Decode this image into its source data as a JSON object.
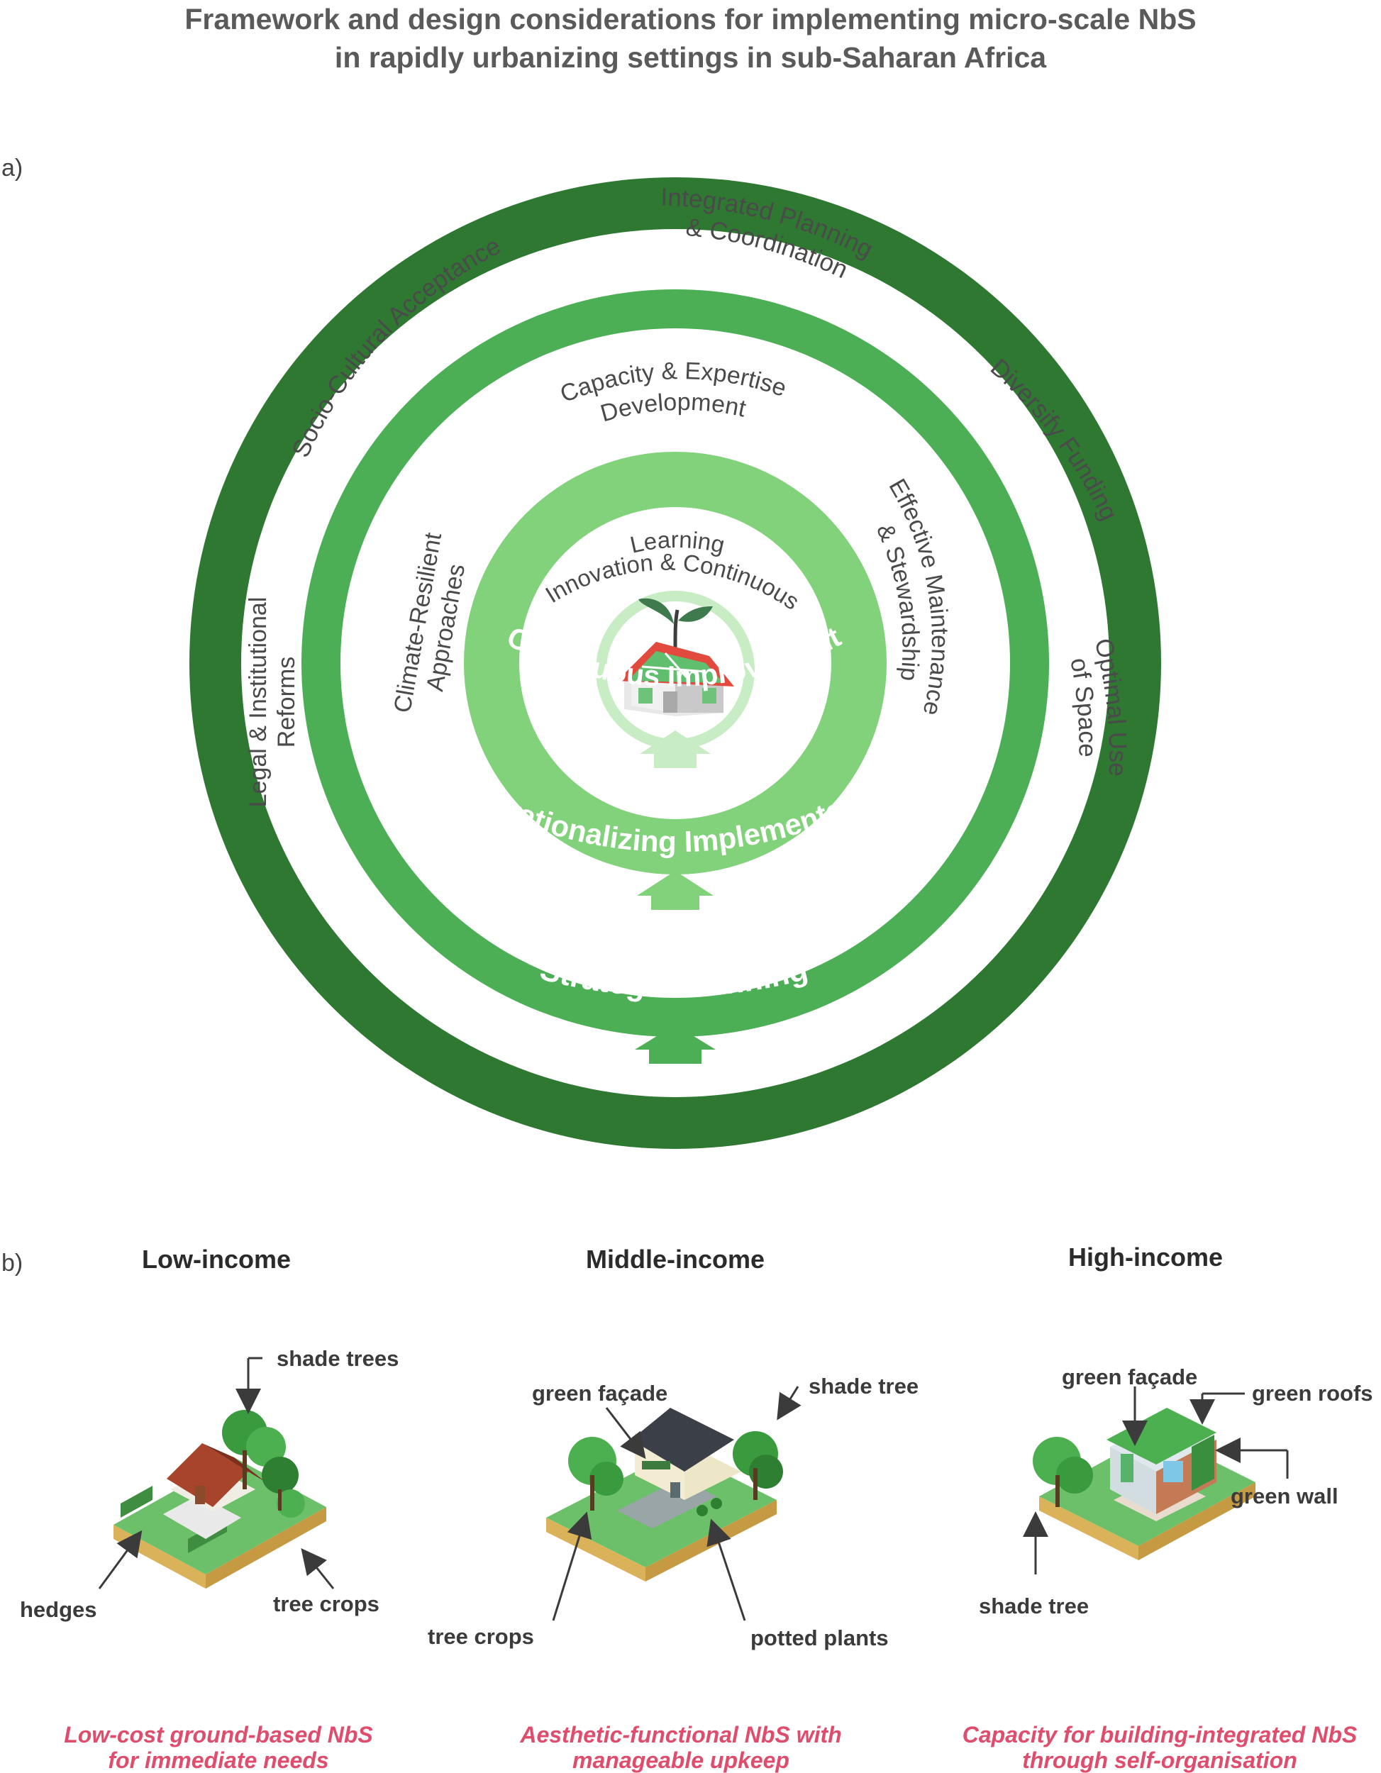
{
  "title": {
    "line1": "Framework and design considerations for implementing micro-scale NbS",
    "line2": "in rapidly urbanizing settings in sub-Saharan Africa"
  },
  "panel_a": {
    "label": "a)",
    "outer_ring": "Strategic Planning",
    "middle_ring": "Operationalizing Implementation",
    "inner_ring": "Continuous Improvement",
    "outer_labels": {
      "legal": [
        "Legal & Institutional",
        "Reforms"
      ],
      "sociocultural": "Socio-Cultural Acceptance",
      "integrated": [
        "Integrated Planning",
        "& Coordination"
      ],
      "funding": "Diversify Funding",
      "space": [
        "Optimal Use",
        "of Space"
      ]
    },
    "middle_labels": {
      "climate": [
        "Climate-Resilient",
        "Approaches"
      ],
      "capacity": [
        "Capacity & Expertise",
        "Development"
      ],
      "maintenance": [
        "Effective Maintenance",
        "& Stewardship"
      ]
    },
    "inner_labels": {
      "innovation": [
        "Innovation & Continuous",
        "Learning"
      ]
    },
    "colors": {
      "outer": "#2e7832",
      "middle": "#4caf55",
      "inner": "#81d27a",
      "center_ring": "#c8ecc4"
    }
  },
  "panel_b": {
    "label": "b)",
    "low": {
      "title": "Low-income",
      "callouts": {
        "shade_trees": "shade trees",
        "hedges": "hedges",
        "tree_crops": "tree crops"
      },
      "caption": [
        "Low-cost ground-based NbS",
        "for immediate needs"
      ]
    },
    "middle": {
      "title": "Middle-income",
      "callouts": {
        "green_facade": "green façade",
        "shade_tree": "shade tree",
        "tree_crops": "tree crops",
        "potted_plants": "potted plants"
      },
      "caption": [
        "Aesthetic-functional NbS with",
        "manageable upkeep"
      ]
    },
    "high": {
      "title": "High-income",
      "callouts": {
        "green_facade": "green façade",
        "green_roofs": "green roofs",
        "green_wall": "green wall",
        "shade_tree": "shade tree"
      },
      "caption": [
        "Capacity for building-integrated NbS",
        "through self-organisation"
      ]
    }
  }
}
